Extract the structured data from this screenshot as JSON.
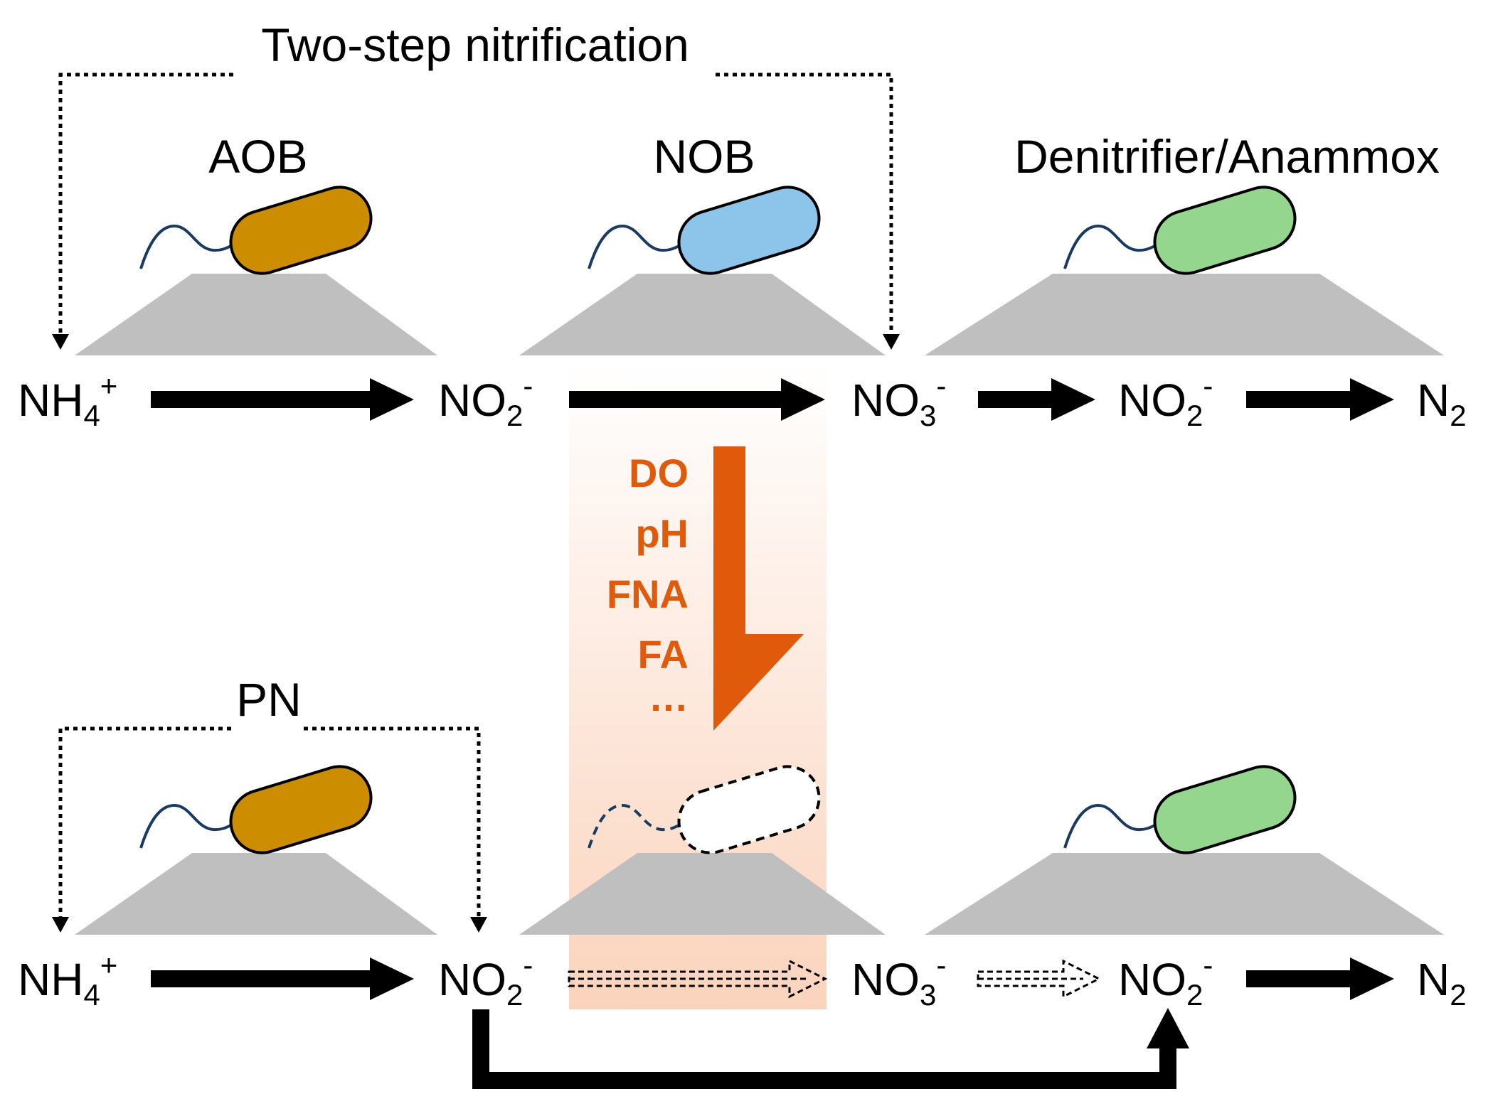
{
  "colors": {
    "aob_cell": "#CC8E00",
    "nob_cell": "#8DC4EA",
    "denitrifier_cell": "#94D68E",
    "inhibited_cell": "#FFFFFF",
    "flagellum": "#1B3A63",
    "support": "#BFBFBF",
    "inhibition": "#E05A0B",
    "highlight": "#FBD3BC"
  },
  "top": {
    "title": "Two-step nitrification",
    "organisms": [
      "AOB",
      "NOB",
      "Denitrifier/Anammox"
    ],
    "species": [
      {
        "base": "NH",
        "sub": "4",
        "sup": "+"
      },
      {
        "base": "NO",
        "sub": "2",
        "sup": "-"
      },
      {
        "base": "NO",
        "sub": "3",
        "sup": "-"
      },
      {
        "base": "NO",
        "sub": "2",
        "sup": "-"
      },
      {
        "base": "N",
        "sub": "2",
        "sup": ""
      }
    ]
  },
  "factors": [
    "DO",
    "pH",
    "FNA",
    "FA",
    "…"
  ],
  "bottom": {
    "title": "PN",
    "species": [
      {
        "base": "NH",
        "sub": "4",
        "sup": "+"
      },
      {
        "base": "NO",
        "sub": "2",
        "sup": "-"
      },
      {
        "base": "NO",
        "sub": "3",
        "sup": "-"
      },
      {
        "base": "NO",
        "sub": "2",
        "sup": "-"
      },
      {
        "base": "N",
        "sub": "2",
        "sup": ""
      }
    ]
  }
}
